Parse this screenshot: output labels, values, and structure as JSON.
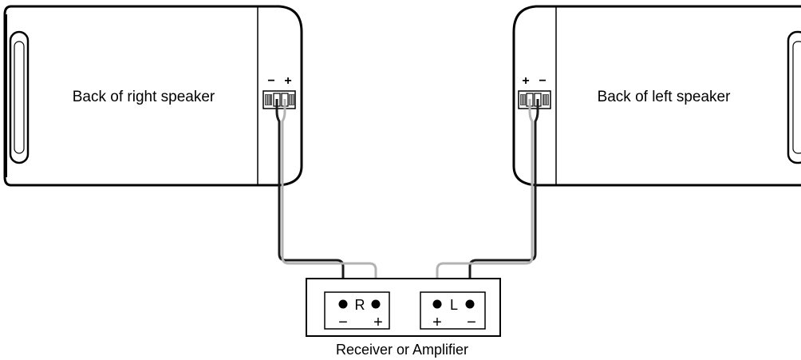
{
  "right_speaker": {
    "label": "Back of right speaker",
    "terminal_signs": {
      "left": "−",
      "right": "+"
    }
  },
  "left_speaker": {
    "label": "Back of left speaker",
    "terminal_signs": {
      "left": "+",
      "right": "−"
    }
  },
  "receiver": {
    "label": "Receiver or Amplifier",
    "channel_r": {
      "letter": "R",
      "minus": "−",
      "plus": "+"
    },
    "channel_l": {
      "letter": "L",
      "plus": "+",
      "minus": "−"
    }
  },
  "colors": {
    "negative_wire": "#1a1a1a",
    "positive_wire": "#b3b3b3",
    "outline": "#000000"
  }
}
